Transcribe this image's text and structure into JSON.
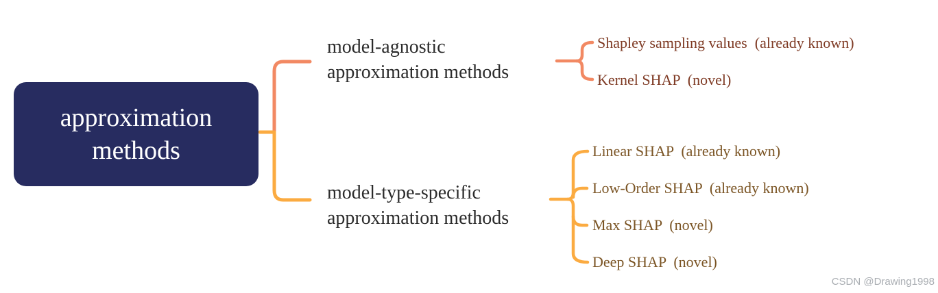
{
  "root": {
    "label": "approximation\nmethods"
  },
  "branches": [
    {
      "label": "model-agnostic\napproximation methods",
      "children": [
        {
          "label": "Shapley sampling values  (already known)"
        },
        {
          "label": "Kernel SHAP  (novel)"
        }
      ]
    },
    {
      "label": "model-type-specific\napproximation methods",
      "children": [
        {
          "label": "Linear SHAP  (already known)"
        },
        {
          "label": "Low-Order SHAP  (already known)"
        },
        {
          "label": "Max SHAP  (novel)"
        },
        {
          "label": "Deep SHAP  (novel)"
        }
      ]
    }
  ],
  "colors": {
    "root_bg": "#272c60",
    "root_text": "#ffffff",
    "branch_text": "#2b2b2b",
    "top_connector": "#f28963",
    "bottom_connector": "#fbab41",
    "top_leaf_text": "#7f3b25",
    "bottom_leaf_text": "#7b5525",
    "watermark_text": "#a9adb2"
  },
  "watermark": {
    "text": "CSDN @Drawing1998"
  }
}
